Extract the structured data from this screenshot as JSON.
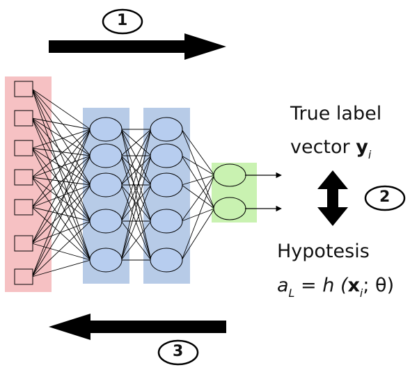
{
  "steps": {
    "forward": "1",
    "compare": "2",
    "backward": "3"
  },
  "true_label": {
    "line1": "True label",
    "line2_prefix": "vector ",
    "symbol": "y",
    "subscript": "i"
  },
  "hypothesis": {
    "title": "Hypotesis",
    "a": "a",
    "a_sub": "L",
    "equals_h": " = h (",
    "x": "x",
    "x_sub": "i",
    "tail": "; θ)"
  },
  "colors": {
    "input_layer": "#f6c1c3",
    "hidden_layer": "#b7cbe7",
    "neuron_fill": "#b7cdef",
    "output_layer": "#c9f2b1",
    "arrow": "#000000"
  },
  "network": {
    "input_units": 7,
    "hidden_layers": [
      5,
      5
    ],
    "output_units": 2
  }
}
